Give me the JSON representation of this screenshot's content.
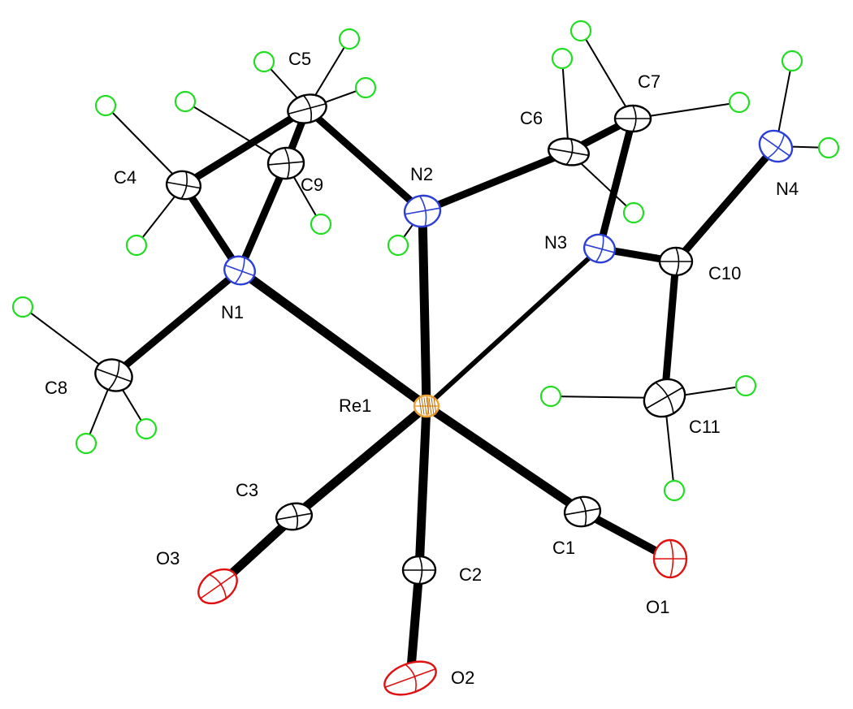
{
  "colors": {
    "carbon": "#000000",
    "nitrogen": "#2b3fd6",
    "oxygen": "#e01010",
    "rhenium": "#f0a030",
    "hydrogen": "#22dd22"
  },
  "heavy_atoms": [
    {
      "id": "Re1",
      "element": "Re",
      "label": "Re1"
    },
    {
      "id": "N1",
      "element": "N",
      "label": "N1"
    },
    {
      "id": "N2",
      "element": "N",
      "label": "N2"
    },
    {
      "id": "N3",
      "element": "N",
      "label": "N3"
    },
    {
      "id": "N4",
      "element": "N",
      "label": "N4"
    },
    {
      "id": "C1",
      "element": "C",
      "label": "C1"
    },
    {
      "id": "C2",
      "element": "C",
      "label": "C2"
    },
    {
      "id": "C3",
      "element": "C",
      "label": "C3"
    },
    {
      "id": "C4",
      "element": "C",
      "label": "C4"
    },
    {
      "id": "C5",
      "element": "C",
      "label": "C5"
    },
    {
      "id": "C6",
      "element": "C",
      "label": "C6"
    },
    {
      "id": "C7",
      "element": "C",
      "label": "C7"
    },
    {
      "id": "C8",
      "element": "C",
      "label": "C8"
    },
    {
      "id": "C9",
      "element": "C",
      "label": "C9"
    },
    {
      "id": "C10",
      "element": "C",
      "label": "C10"
    },
    {
      "id": "C11",
      "element": "C",
      "label": "C11"
    },
    {
      "id": "O1",
      "element": "O",
      "label": "O1"
    },
    {
      "id": "O2",
      "element": "O",
      "label": "O2"
    },
    {
      "id": "O3",
      "element": "O",
      "label": "O3"
    }
  ],
  "bonds": [
    [
      "Re1",
      "N1"
    ],
    [
      "Re1",
      "N2"
    ],
    [
      "Re1",
      "N3"
    ],
    [
      "Re1",
      "C1"
    ],
    [
      "Re1",
      "C2"
    ],
    [
      "Re1",
      "C3"
    ],
    [
      "C1",
      "O1"
    ],
    [
      "C2",
      "O2"
    ],
    [
      "C3",
      "O3"
    ],
    [
      "N1",
      "C4"
    ],
    [
      "N1",
      "C9"
    ],
    [
      "N1",
      "C8"
    ],
    [
      "C4",
      "C5"
    ],
    [
      "C5",
      "N2"
    ],
    [
      "N2",
      "C6"
    ],
    [
      "C6",
      "C7"
    ],
    [
      "C7",
      "N3"
    ],
    [
      "N3",
      "C10"
    ],
    [
      "C10",
      "N4"
    ],
    [
      "C10",
      "C11"
    ],
    [
      "C9",
      "C5"
    ]
  ],
  "labels": {
    "Re1": "Re1",
    "N1": "N1",
    "N2": "N2",
    "N3": "N3",
    "N4": "N4",
    "C1": "C1",
    "C2": "C2",
    "C3": "C3",
    "C4": "C4",
    "C5": "C5",
    "C6": "C6",
    "C7": "C7",
    "C8": "C8",
    "C9": "C9",
    "C10": "C10",
    "C11": "C11",
    "O1": "O1",
    "O2": "O2",
    "O3": "O3"
  }
}
